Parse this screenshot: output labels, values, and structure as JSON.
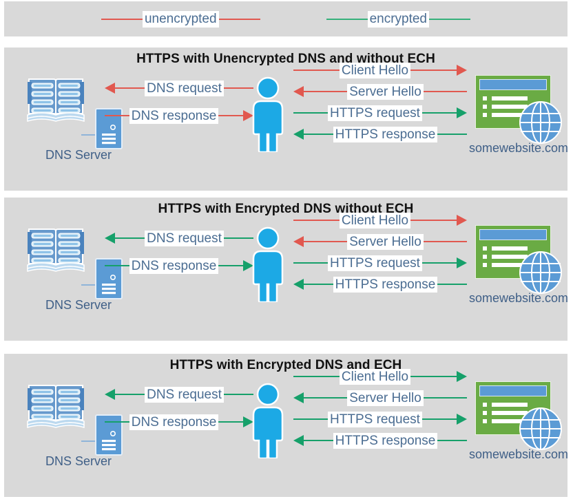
{
  "legend": {
    "items": [
      {
        "label": "unencrypted",
        "color": "#e1584f",
        "kind": "red"
      },
      {
        "label": "encrypted",
        "color": "#16a06a",
        "kind": "green"
      }
    ]
  },
  "labels": {
    "dns_server": "DNS Server",
    "website": "somewebsite.com",
    "dns_request": "DNS request",
    "dns_response": "DNS response",
    "client_hello": "Client Hello",
    "server_hello": "Server Hello",
    "https_request": "HTTPS request",
    "https_response": "HTTPS response"
  },
  "colors": {
    "panel_background": "#d9d9d9",
    "page_background": "#ffffff",
    "unencrypted": "#e1584f",
    "encrypted": "#16a06a",
    "text_blue": "#4b6d92",
    "person": "#1ca9e5",
    "browser_green": "#6aab44",
    "browser_bar_blue": "#5b9bd5",
    "globe_blue": "#5b9bd5",
    "book_blue": "#6699cc",
    "title_black": "#111111"
  },
  "panels": [
    {
      "id": "panel-1",
      "title": "HTTPS with Unencrypted DNS and without ECH",
      "dns_flows": [
        {
          "label": "DNS request",
          "direction": "left",
          "encrypted": false
        },
        {
          "label": "DNS response",
          "direction": "right",
          "encrypted": false
        }
      ],
      "web_flows": [
        {
          "label": "Client Hello",
          "direction": "right",
          "encrypted": false
        },
        {
          "label": "Server Hello",
          "direction": "left",
          "encrypted": false
        },
        {
          "label": "HTTPS request",
          "direction": "right",
          "encrypted": true
        },
        {
          "label": "HTTPS response",
          "direction": "left",
          "encrypted": true
        }
      ]
    },
    {
      "id": "panel-2",
      "title": "HTTPS with Encrypted DNS without ECH",
      "dns_flows": [
        {
          "label": "DNS request",
          "direction": "left",
          "encrypted": true
        },
        {
          "label": "DNS response",
          "direction": "right",
          "encrypted": true
        }
      ],
      "web_flows": [
        {
          "label": "Client Hello",
          "direction": "right",
          "encrypted": false
        },
        {
          "label": "Server Hello",
          "direction": "left",
          "encrypted": false
        },
        {
          "label": "HTTPS request",
          "direction": "right",
          "encrypted": true
        },
        {
          "label": "HTTPS response",
          "direction": "left",
          "encrypted": true
        }
      ]
    },
    {
      "id": "panel-3",
      "title": "HTTPS with Encrypted DNS and ECH",
      "dns_flows": [
        {
          "label": "DNS request",
          "direction": "left",
          "encrypted": true
        },
        {
          "label": "DNS response",
          "direction": "right",
          "encrypted": true
        }
      ],
      "web_flows": [
        {
          "label": "Client Hello",
          "direction": "right",
          "encrypted": true
        },
        {
          "label": "Server Hello",
          "direction": "left",
          "encrypted": true
        },
        {
          "label": "HTTPS request",
          "direction": "right",
          "encrypted": true
        },
        {
          "label": "HTTPS response",
          "direction": "left",
          "encrypted": true
        }
      ]
    }
  ],
  "icons": {
    "dns_server": "address-book-and-server-icon",
    "person": "user-person-icon",
    "website": "browser-window-globe-icon"
  }
}
